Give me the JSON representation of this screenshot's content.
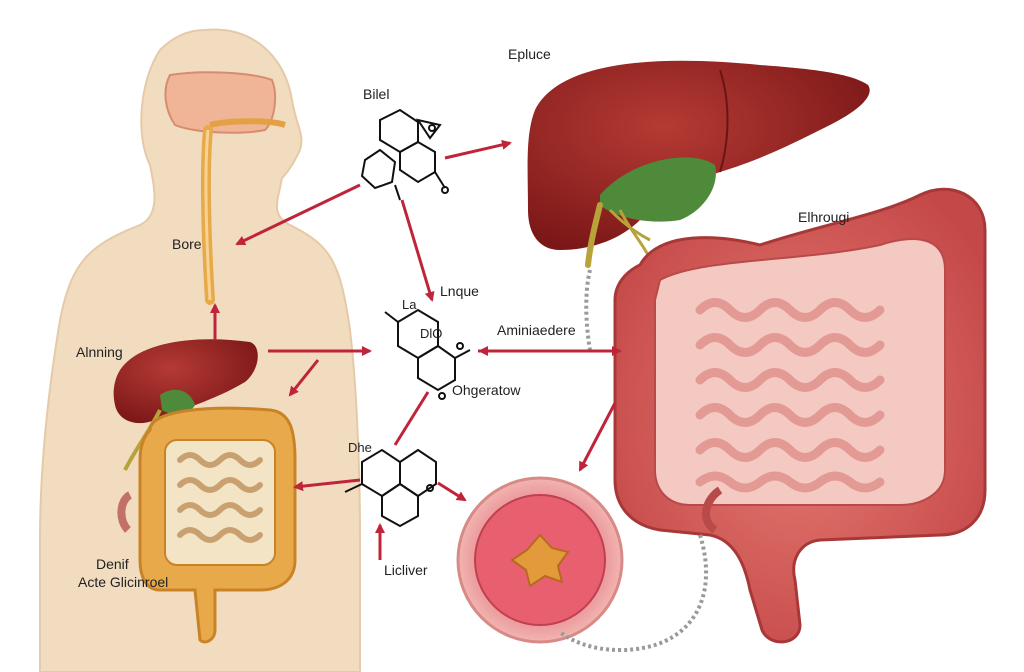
{
  "labels": {
    "bilel": "Bilel",
    "eplace": "Epluce",
    "bore": "Bore",
    "elhrougi": "Elhrougi",
    "lnque": "Lnque",
    "la": "La",
    "dilo": "DlO",
    "aminiaedere": "Aminiaedere",
    "alnning": "Alnning",
    "ohgeratow": "Ohgeratow",
    "dhe": "Dhe",
    "denif": "Denif",
    "acte_glicinroel": "Acte Glicinroel",
    "licliver": "Licliver"
  },
  "colors": {
    "skin": "#f1dcc0",
    "liver": "#8e1f1f",
    "gallbladder": "#4f8a3a",
    "colon_orange": "#e8a94a",
    "colon_pink": "#d85c5c",
    "small_intestine_pink": "#efb9b3",
    "arrow": "#c0243a",
    "molecule": "#111111"
  }
}
